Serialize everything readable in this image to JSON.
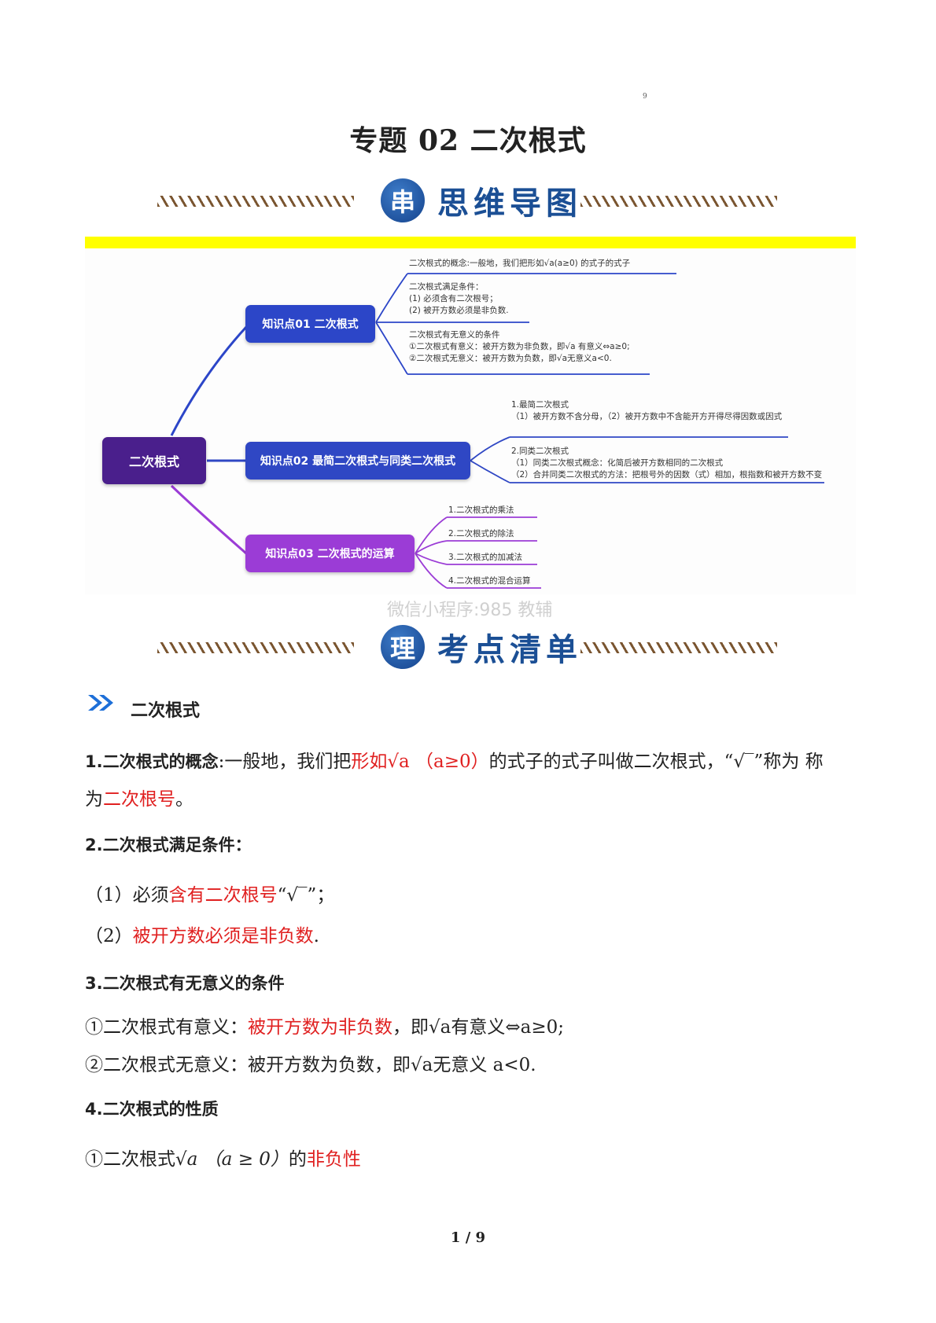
{
  "header": {
    "mark": "9",
    "title": "专题 02  二次根式"
  },
  "banner_mindmap": {
    "badge": "串",
    "label": "思维导图"
  },
  "banner_checklist": {
    "badge": "理",
    "label": "考点清单"
  },
  "mindmap": {
    "root": "二次根式",
    "branches": [
      {
        "label": "知识点01 二次根式",
        "leaves": [
          "二次根式的概念:一般地，我们把形如√a(a≥0) 的式子的式子",
          "二次根式满足条件：|(1) 必须含有二次根号；|(2) 被开方数必须是非负数.",
          "二次根式有无意义的条件|①二次根式有意义：被开方数为非负数，即√a 有意义⇔a≥0;|②二次根式无意义：被开方数为负数，即√a无意义a<0."
        ]
      },
      {
        "label": "知识点02 最简二次根式与同类二次根式",
        "leaves": [
          "1.最简二次根式|（1）被开方数不含分母，（2）被开方数中不含能开方开得尽得因数或因式",
          "2.同类二次根式|（1）同类二次根式概念：化简后被开方数相同的二次根式|（2）合并同类二次根式的方法：把根号外的因数（式）相加，根指数和被开方数不变"
        ]
      },
      {
        "label": "知识点03 二次根式的运算",
        "leaves": [
          "1.二次根式的乘法",
          "2.二次根式的除法",
          "3.二次根式的加减法",
          "4.二次根式的混合运算"
        ]
      }
    ]
  },
  "watermark": "微信小程序:985 教辅",
  "section_title": "二次根式",
  "content": {
    "p1": {
      "head": "1.二次根式的概念",
      "t1": ":一般地，我们把",
      "r1": "形如√a （a≥0）",
      "t2": "的式子的式子叫做二次根式，“√‾”称为 称",
      "t3": "为",
      "r2": "二次根号",
      "t4": "。"
    },
    "p2": {
      "head": "2.二次根式满足条件："
    },
    "p2a": {
      "t1": "（1）必须",
      "r1": "含有二次根号",
      "t2": "“√‾”；"
    },
    "p2b": {
      "t1": "（2）",
      "r1": "被开方数必须是非负数",
      "t2": "."
    },
    "p3": {
      "head": "3.二次根式有无意义的条件"
    },
    "p3a": {
      "t1": "①二次根式有意义：",
      "r1": "被开方数为非负数",
      "t2": "，即√a有意义⇔a≥0;"
    },
    "p3b": {
      "t1": "②二次根式无意义：被开方数为负数，即√a无意义 a<0."
    },
    "p4": {
      "head": "4.二次根式的性质"
    },
    "p4a": {
      "t1": "①二次根式",
      "m": "√a （a ≥ 0）",
      "t2": "的",
      "r1": "非负性"
    }
  },
  "footer": {
    "page": "1 / 9"
  },
  "colors": {
    "root": "#4a1f8c",
    "k1": "#2c46c8",
    "k2": "#2f47c4",
    "k3": "#9b3cd6",
    "accent_red": "#e02020",
    "highlight": "#ffff00"
  }
}
